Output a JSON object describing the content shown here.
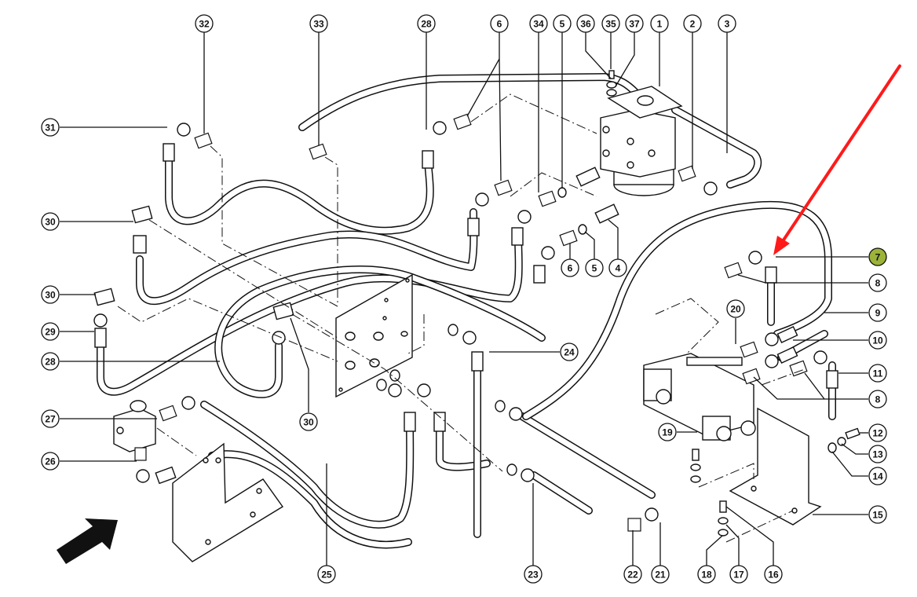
{
  "diagram": {
    "type": "exploded-parts-diagram",
    "subject": "hydraulic steering hose and fitting assembly",
    "highlighted_part": "7",
    "highlight_color": "#9cb33a",
    "pointer_arrow_color": "#ff1a1a",
    "direction_arrow": "travel-direction",
    "callouts": [
      {
        "id": "32",
        "label": "32"
      },
      {
        "id": "33",
        "label": "33"
      },
      {
        "id": "28a",
        "label": "28"
      },
      {
        "id": "6a",
        "label": "6"
      },
      {
        "id": "34",
        "label": "34"
      },
      {
        "id": "5a",
        "label": "5"
      },
      {
        "id": "36",
        "label": "36"
      },
      {
        "id": "35",
        "label": "35"
      },
      {
        "id": "37",
        "label": "37"
      },
      {
        "id": "1",
        "label": "1"
      },
      {
        "id": "2",
        "label": "2"
      },
      {
        "id": "3",
        "label": "3"
      },
      {
        "id": "31",
        "label": "31"
      },
      {
        "id": "30a",
        "label": "30"
      },
      {
        "id": "30b",
        "label": "30"
      },
      {
        "id": "29",
        "label": "29"
      },
      {
        "id": "28b",
        "label": "28"
      },
      {
        "id": "27",
        "label": "27"
      },
      {
        "id": "26",
        "label": "26"
      },
      {
        "id": "30c",
        "label": "30"
      },
      {
        "id": "6b",
        "label": "6"
      },
      {
        "id": "5b",
        "label": "5"
      },
      {
        "id": "4",
        "label": "4"
      },
      {
        "id": "7",
        "label": "7"
      },
      {
        "id": "8a",
        "label": "8"
      },
      {
        "id": "9",
        "label": "9"
      },
      {
        "id": "10",
        "label": "10"
      },
      {
        "id": "11",
        "label": "11"
      },
      {
        "id": "8b",
        "label": "8"
      },
      {
        "id": "12",
        "label": "12"
      },
      {
        "id": "13",
        "label": "13"
      },
      {
        "id": "14",
        "label": "14"
      },
      {
        "id": "15",
        "label": "15"
      },
      {
        "id": "20",
        "label": "20"
      },
      {
        "id": "24",
        "label": "24"
      },
      {
        "id": "19",
        "label": "19"
      },
      {
        "id": "25",
        "label": "25"
      },
      {
        "id": "23",
        "label": "23"
      },
      {
        "id": "22",
        "label": "22"
      },
      {
        "id": "21",
        "label": "21"
      },
      {
        "id": "18",
        "label": "18"
      },
      {
        "id": "17",
        "label": "17"
      },
      {
        "id": "16",
        "label": "16"
      }
    ]
  }
}
